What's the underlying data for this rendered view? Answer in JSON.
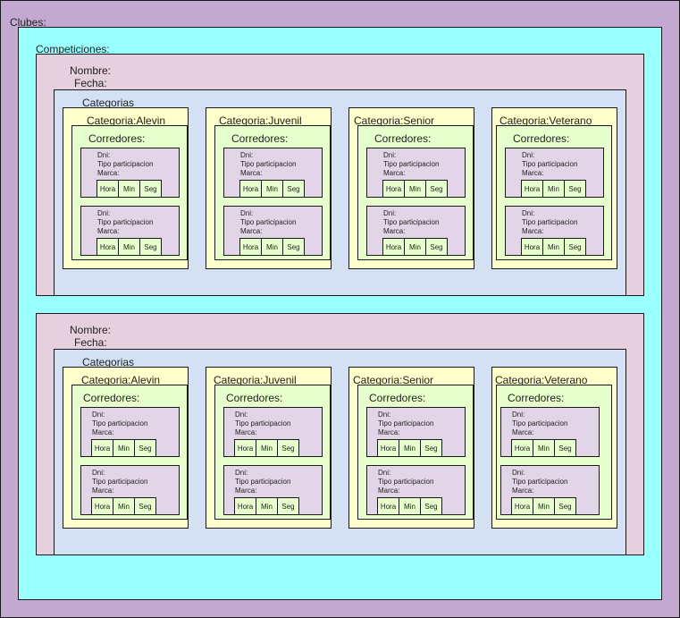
{
  "clubes_label": "Clubes:",
  "competiciones_label": "Competiciones:",
  "competitions": [
    {
      "nombre_label": "Nombre:",
      "fecha_label": "Fecha:",
      "categorias_label": "Categorias",
      "categories": [
        {
          "title": "Categoria:Alevin"
        },
        {
          "title": "Categoria:Juvenil"
        },
        {
          "title": "Categoria:Senior"
        },
        {
          "title": "Categoria:Veterano"
        }
      ]
    },
    {
      "nombre_label": "Nombre:",
      "fecha_label": "Fecha:",
      "categorias_label": "Categorias",
      "categories": [
        {
          "title": "Categoria:Alevin"
        },
        {
          "title": "Categoria:Juvenil"
        },
        {
          "title": "Categoria:Senior"
        },
        {
          "title": "Categoria:Veterano"
        }
      ]
    }
  ],
  "corredores_label": "Corredores:",
  "runner_fields": {
    "dni": "Dni:",
    "tipo": "Tipo participacion",
    "marca": "Marca:"
  },
  "time_cells": [
    "Hora",
    "Min",
    "Seg"
  ],
  "colors": {
    "clubes": "#c3a8d1",
    "competiciones": "#99ffff",
    "competicion": "#e6d0de",
    "categorias": "#d4e1f5",
    "categoria": "#ffffcc",
    "corredores": "#e6ffcc",
    "corredor": "#e1d5e7"
  }
}
